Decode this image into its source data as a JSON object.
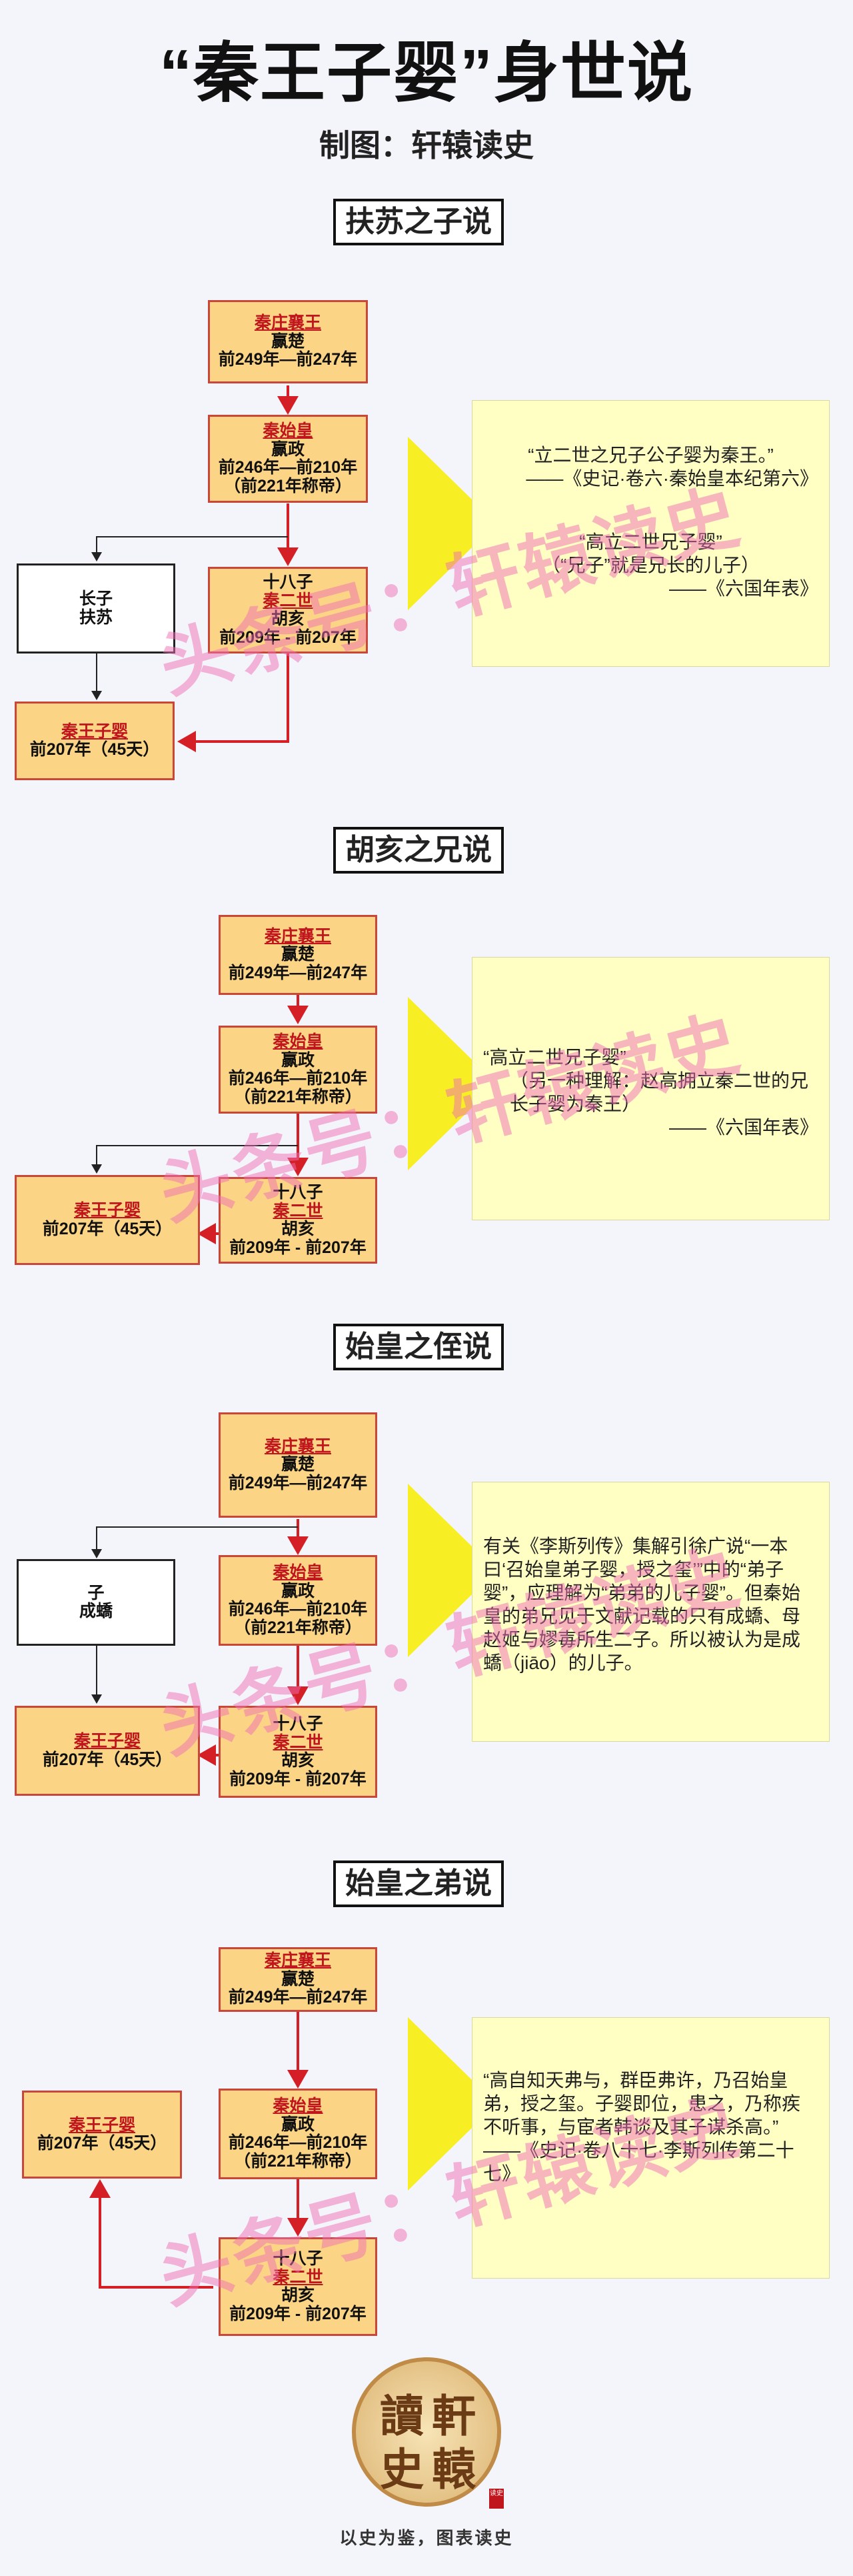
{
  "title": "“秦王子婴”身世说",
  "subtitle": "制图：轩辕读史",
  "watermark": "头条号：轩辕读史",
  "sections": [
    {
      "heading": "扶苏之子说",
      "nodes": {
        "xiang": [
          "秦庄襄王",
          "赢楚",
          "前249年—前247年"
        ],
        "shihuang": [
          "秦始皇",
          "赢政",
          "前246年—前210年",
          "（前221年称帝）"
        ],
        "huhai": [
          "十八子",
          "秦二世",
          "胡亥",
          "前209年 - 前207年"
        ],
        "other": [
          "长子",
          "扶苏"
        ],
        "ziying": [
          "秦王子婴",
          "前207年（45天）"
        ]
      },
      "quote": [
        "“立二世之兄子公子婴为秦王。”",
        "——《史记·卷六·秦始皇本纪第六》",
        "“高立二世兄子婴”",
        "（“兄子”就是兄长的儿子）",
        "——《六国年表》"
      ]
    },
    {
      "heading": "胡亥之兄说",
      "nodes": {
        "xiang": [
          "秦庄襄王",
          "赢楚",
          "前249年—前247年"
        ],
        "shihuang": [
          "秦始皇",
          "赢政",
          "前246年—前210年",
          "（前221年称帝）"
        ],
        "huhai": [
          "十八子",
          "秦二世",
          "胡亥",
          "前209年 - 前207年"
        ],
        "ziying": [
          "秦王子婴",
          "前207年（45天）"
        ]
      },
      "quote": [
        "“高立二世兄子婴”",
        "（另一种理解：赵高拥立秦二世的兄长子婴为秦王）",
        "——《六国年表》"
      ]
    },
    {
      "heading": "始皇之侄说",
      "nodes": {
        "xiang": [
          "秦庄襄王",
          "赢楚",
          "前249年—前247年"
        ],
        "shihuang": [
          "秦始皇",
          "赢政",
          "前246年—前210年",
          "（前221年称帝）"
        ],
        "huhai": [
          "十八子",
          "秦二世",
          "胡亥",
          "前209年 - 前207年"
        ],
        "other": [
          "子",
          "成蟜"
        ],
        "ziying": [
          "秦王子婴",
          "前207年（45天）"
        ]
      },
      "quote": [
        "有关《李斯列传》集解引徐广说“一本曰‘召始皇弟子婴，授之玺’”中的“弟子婴”，应理解为“弟弟的儿子婴”。但秦始皇的弟兄见于文献记载的只有成蟜、母赵姬与嫪毐所生二子。所以被认为是成蟜（jiāo）的儿子。"
      ]
    },
    {
      "heading": "始皇之弟说",
      "nodes": {
        "xiang": [
          "秦庄襄王",
          "赢楚",
          "前249年—前247年"
        ],
        "shihuang": [
          "秦始皇",
          "赢政",
          "前246年—前210年",
          "（前221年称帝）"
        ],
        "huhai": [
          "十八子",
          "秦二世",
          "胡亥",
          "前209年 - 前207年"
        ],
        "ziying": [
          "秦王子婴",
          "前207年（45天）"
        ]
      },
      "quote": [
        "“高自知天弗与，群臣弗许，乃召始皇弟，授之玺。子婴即位，患之，乃称疾不听事，与宦者韩谈及其子谋杀高。”",
        "——《史记·卷八十七·李斯列传第二十七》"
      ]
    }
  ],
  "logo": {
    "chars": [
      "讀",
      "軒",
      "史",
      "轅"
    ],
    "stamp": "读史"
  },
  "motto": "以史为鉴，图表读史",
  "colors": {
    "node_fill": "#fbd585",
    "node_border": "#c9473a",
    "arrow_red": "#d41f26",
    "quote_bg": "#ffffc4",
    "arrow_yellow": "#f7ee24",
    "accent_text": "#c0151c"
  }
}
